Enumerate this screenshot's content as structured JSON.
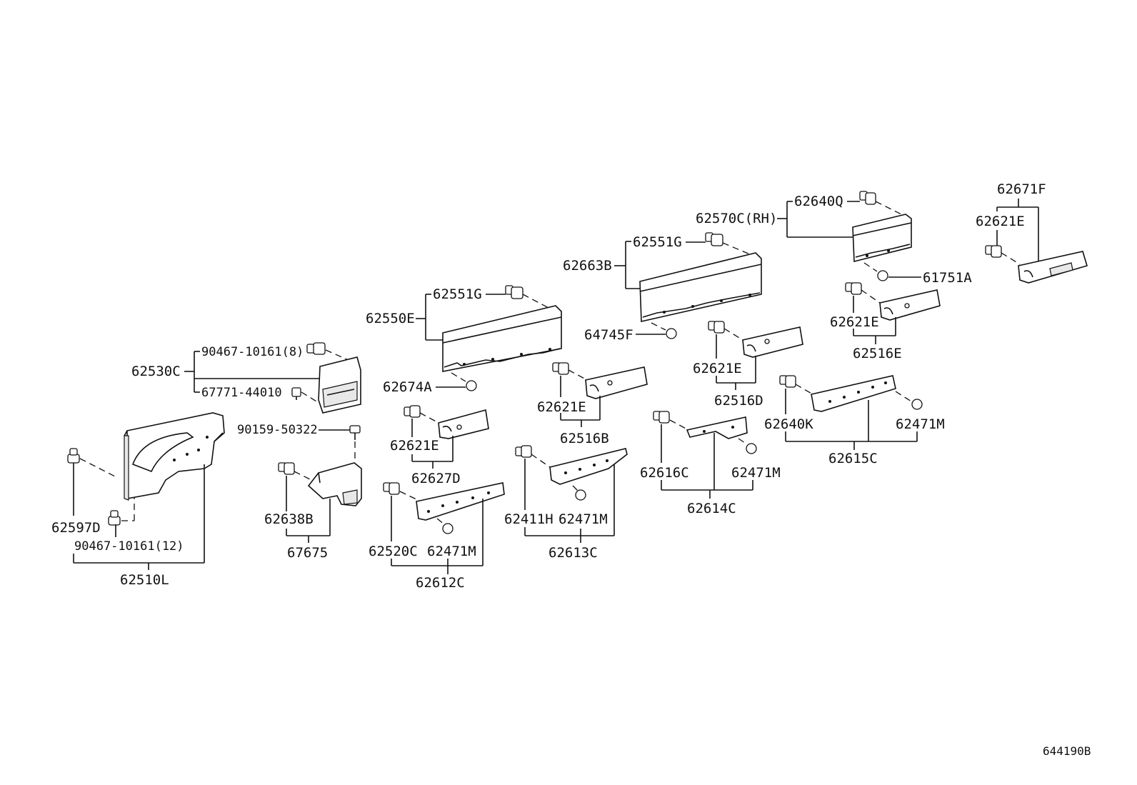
{
  "labels": {
    "p62510L": "62510L",
    "p62597D": "62597D",
    "p90467_12": "90467-10161(12)",
    "p62530C": "62530C",
    "p90467_8": "90467-10161(8)",
    "p67771": "67771-44010",
    "p90159": "90159-50322",
    "p62638B": "62638B",
    "p67675": "67675",
    "p62550E": "62550E",
    "p62551G_a": "62551G",
    "p62674A": "62674A",
    "p62621E_a": "62621E",
    "p62627D": "62627D",
    "p62520C": "62520C",
    "p62471M_a": "62471M",
    "p62612C": "62612C",
    "p62621E_b": "62621E",
    "p62516B": "62516B",
    "p62411H": "62411H",
    "p62471M_b": "62471M",
    "p62613C": "62613C",
    "p62663B": "62663B",
    "p62551G_b": "62551G",
    "p64745F": "64745F",
    "p62621E_c": "62621E",
    "p62516D": "62516D",
    "p62616C": "62616C",
    "p62471M_c": "62471M",
    "p62614C": "62614C",
    "p62570C": "62570C(RH)",
    "p62640Q": "62640Q",
    "p61751A": "61751A",
    "p62621E_d": "62621E",
    "p62516E": "62516E",
    "p62640K": "62640K",
    "p62471M_d": "62471M",
    "p62615C": "62615C",
    "p62671F": "62671F",
    "p62621E_e": "62621E"
  },
  "diagram_id": "644190B"
}
